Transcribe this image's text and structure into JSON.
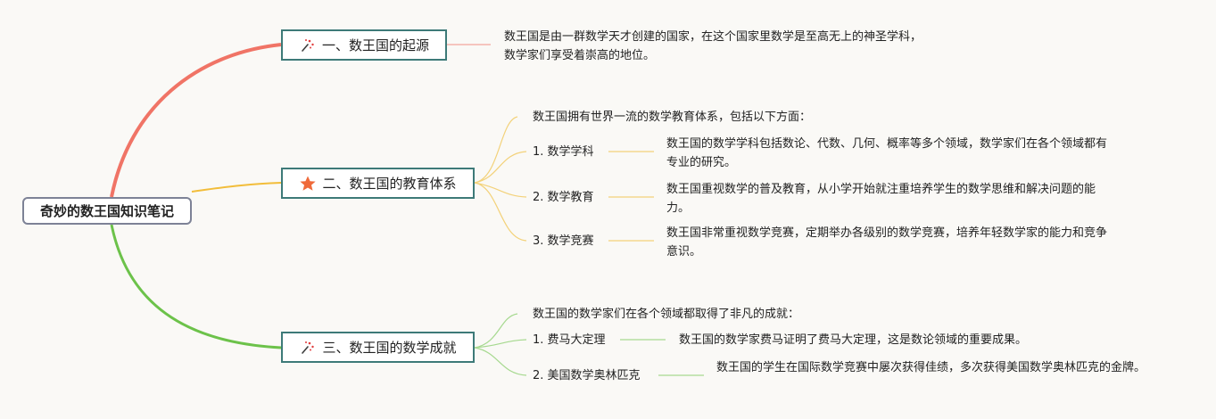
{
  "root": {
    "title": "奇妙的数王国知识笔记"
  },
  "branches": [
    {
      "title": "一、数王国的起源",
      "icon": "sparkle-icon",
      "color": "#f07466",
      "desc": "数王国是由一群数学天才创建的国家，在这个国家里数学是至高无上的神圣学科，数学家们享受着崇高的地位。"
    },
    {
      "title": "二、数王国的教育体系",
      "icon": "star-icon",
      "color": "#f2bd3a",
      "intro": "数王国拥有世界一流的数学教育体系，包括以下方面：",
      "items": [
        {
          "label": "1. 数学学科",
          "desc": "数王国的数学学科包括数论、代数、几何、概率等多个领域，数学家们在各个领域都有专业的研究。"
        },
        {
          "label": "2. 数学教育",
          "desc": "数王国重视数学的普及教育，从小学开始就注重培养学生的数学思维和解决问题的能力。"
        },
        {
          "label": "3. 数学竞赛",
          "desc": "数王国非常重视数学竞赛，定期举办各级别的数学竞赛，培养年轻数学家的能力和竞争意识。"
        }
      ]
    },
    {
      "title": "三、数王国的数学成就",
      "icon": "sparkle-icon",
      "color": "#6cc24a",
      "intro": "数王国的数学家们在各个领域都取得了非凡的成就：",
      "items": [
        {
          "label": "1. 费马大定理",
          "desc": "数王国的数学家费马证明了费马大定理，这是数论领域的重要成果。"
        },
        {
          "label": "2. 美国数学奥林匹克",
          "desc": "数王国的学生在国际数学竞赛中屡次获得佳绩，多次获得美国数学奥林匹克的金牌。"
        }
      ]
    }
  ],
  "colors": {
    "root_border": "#7d8296",
    "branch_border": "#3d7a78",
    "edge_light_red": "#f4b4ac",
    "edge_light_yellow": "#f3d27a",
    "edge_light_green": "#a6d98f"
  }
}
